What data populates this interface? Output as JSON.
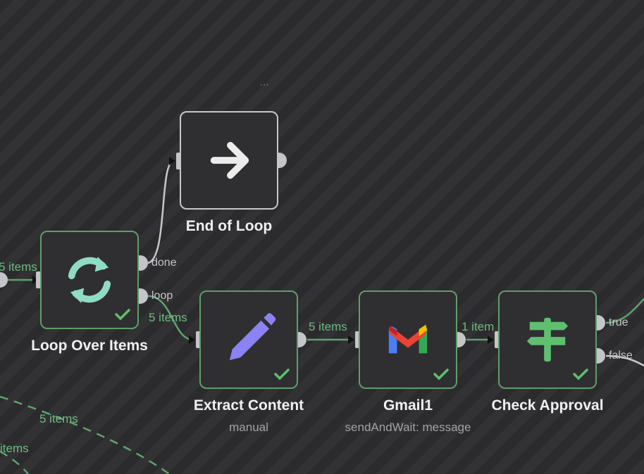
{
  "canvas_menu": "···",
  "edges": {
    "left_in": "5 items",
    "loop_to_extract": "5 items",
    "extract_to_gmail": "5 items",
    "gmail_to_check": "1 item",
    "dashed_mid": "5 items",
    "dashed_left": "items"
  },
  "nodes": {
    "end_of_loop": {
      "title": "End of Loop"
    },
    "loop_over_items": {
      "title": "Loop Over Items",
      "ports": {
        "done": "done",
        "loop": "loop"
      }
    },
    "extract_content": {
      "title": "Extract Content",
      "subtitle": "manual"
    },
    "gmail1": {
      "title": "Gmail1",
      "subtitle": "sendAndWait: message"
    },
    "check_approval": {
      "title": "Check Approval",
      "ports": {
        "true": "true",
        "false": "false"
      }
    }
  },
  "colors": {
    "success_border": "#5e9e6a",
    "edge_success": "#5fa36f",
    "loop_icon": "#8fdcc4",
    "pencil_icon": "#8b82f4",
    "signpost_icon": "#5fbf6f"
  }
}
